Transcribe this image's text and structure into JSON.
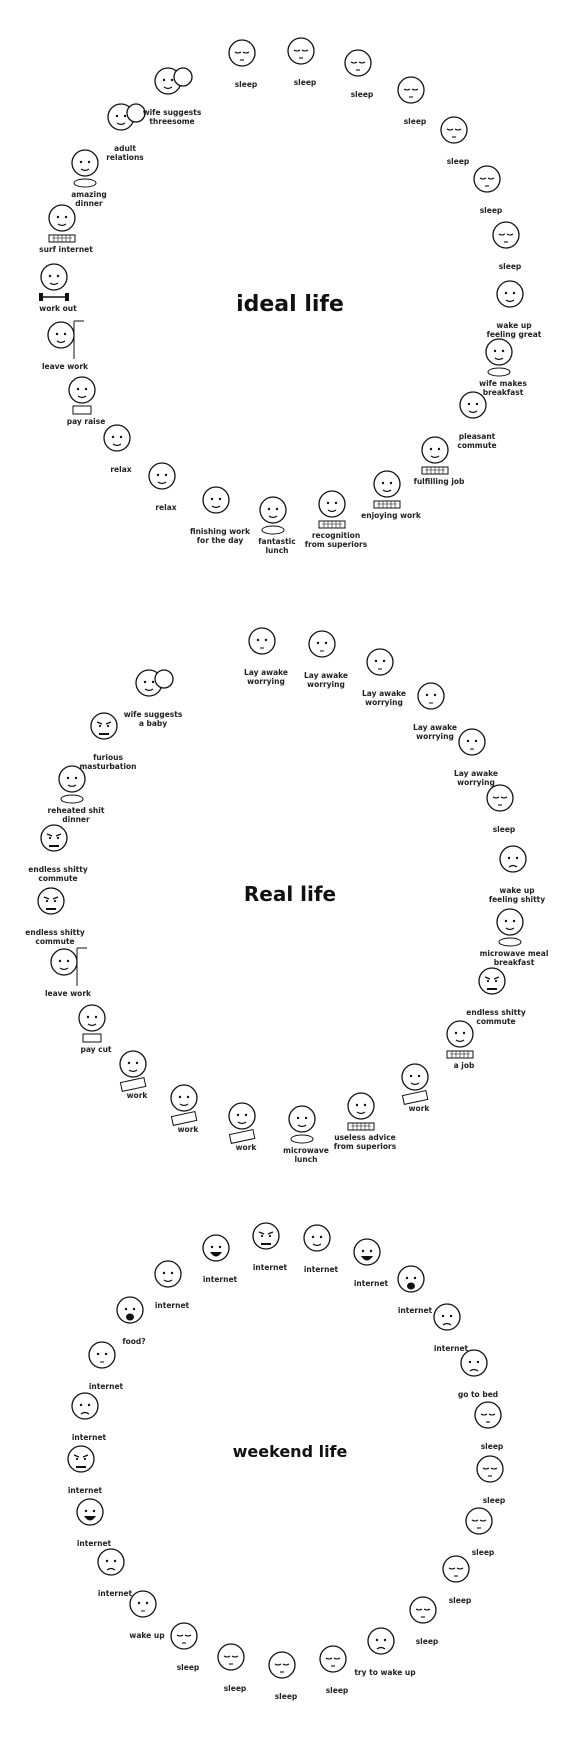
{
  "sections": {
    "ideal": {
      "title": "ideal life",
      "captions": [
        "sleep",
        "sleep",
        "sleep",
        "sleep",
        "sleep",
        "sleep",
        "sleep",
        "wake up\nfeeling great",
        "wife makes\nbreakfast",
        "pleasant\ncommute",
        "fulfilling job",
        "enjoying work",
        "recognition\nfrom superiors",
        "fantastic\nlunch",
        "finishing work\nfor the day",
        "relax",
        "relax",
        "pay raise",
        "leave work",
        "work out",
        "surf internet",
        "amazing\ndinner",
        "adult\nrelations",
        "wife suggests\nthreesome"
      ]
    },
    "real": {
      "title": "Real life",
      "captions": [
        "Lay awake\nworrying",
        "Lay awake\nworrying",
        "Lay awake\nworrying",
        "Lay awake\nworrying",
        "Lay awake\nworrying",
        "sleep",
        "wake up\nfeeling shitty",
        "microwave meal\nbreakfast",
        "endless shitty\ncommute",
        "a job",
        "work",
        "useless advice\nfrom superiors",
        "microwave\nlunch",
        "work",
        "work",
        "work",
        "pay cut",
        "leave work",
        "endless shitty\ncommute",
        "endless shitty\ncommute",
        "reheated shit\ndinner",
        "furious\nmasturbation",
        "wife suggests\na baby"
      ]
    },
    "weekend": {
      "title": "weekend life",
      "captions": [
        "internet",
        "internet",
        "internet",
        "internet",
        "internet",
        "internet",
        "go to bed",
        "sleep",
        "sleep",
        "sleep",
        "sleep",
        "sleep",
        "try to wake up",
        "sleep",
        "sleep",
        "sleep",
        "sleep",
        "wake up",
        "internet",
        "internet",
        "internet",
        "internet",
        "internet",
        "food?",
        "internet"
      ]
    }
  },
  "icons": {
    "ideal": [
      "sleeping-face-icon",
      "sleeping-face-icon",
      "sleeping-face-icon",
      "sleeping-face-icon",
      "sleeping-face-icon",
      "sleeping-face-icon",
      "sleeping-face-icon",
      "smiling-face-icon",
      "breakfast-plate-icon",
      "smiling-face-icon",
      "keyboard-icon",
      "keyboard-icon",
      "keyboard-icon",
      "food-plate-icon",
      "smiling-face-icon",
      "smiling-face-icon",
      "smiling-face-icon",
      "money-icon",
      "doorway-icon",
      "dumbbell-icon",
      "keyboard-icon",
      "food-plate-icon",
      "couple-icon",
      "couple-icon"
    ],
    "real": [
      "awake-face-icon",
      "awake-face-icon",
      "awake-face-icon",
      "awake-face-icon",
      "awake-face-icon",
      "sleeping-face-icon",
      "tired-face-icon",
      "breakfast-plate-icon",
      "angry-face-icon",
      "keyboard-icon",
      "paperwork-icon",
      "keyboard-icon",
      "food-plate-icon",
      "paperwork-icon",
      "paperwork-icon",
      "paperwork-icon",
      "money-icon",
      "doorway-icon",
      "angry-face-icon",
      "angry-face-icon",
      "food-plate-icon",
      "angry-face-icon",
      "couple-icon"
    ],
    "weekend": [
      "laughing-face-icon",
      "angry-face-icon",
      "smiling-face-icon",
      "laughing-face-icon",
      "shouting-face-icon",
      "sad-face-icon",
      "tired-face-icon",
      "sleeping-face-icon",
      "sleeping-face-icon",
      "sleeping-face-icon",
      "sleeping-face-icon",
      "sleeping-face-icon",
      "tired-face-icon",
      "sleeping-face-icon",
      "sleeping-face-icon",
      "sleeping-face-icon",
      "sleeping-face-icon",
      "awake-face-icon",
      "tired-face-icon",
      "laughing-face-icon",
      "angry-face-icon",
      "sad-face-icon",
      "awake-face-icon",
      "shouting-face-icon",
      "smiling-face-icon"
    ]
  },
  "colors": {
    "ink": "#111111",
    "background": "#ffffff"
  }
}
